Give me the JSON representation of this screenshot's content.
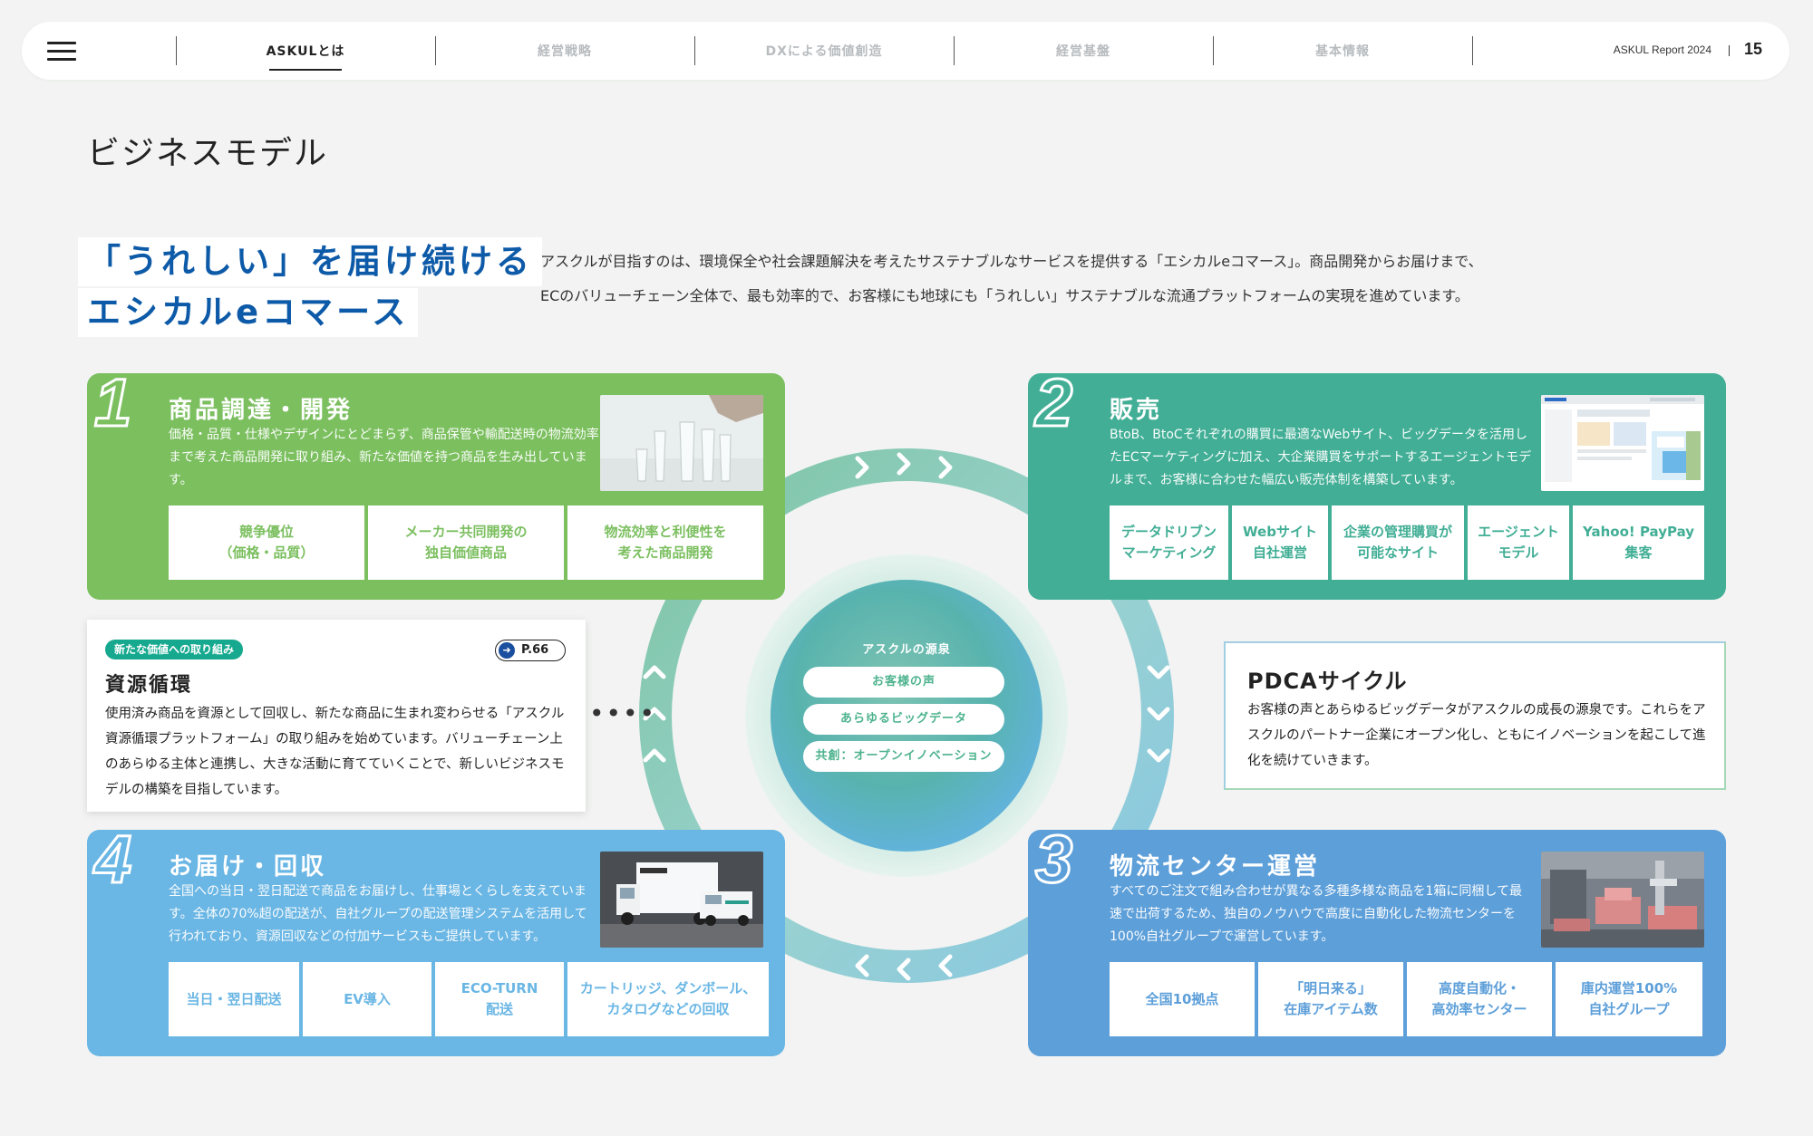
{
  "header": {
    "nav": [
      "ASKULとは",
      "経営戦略",
      "DXによる価値創造",
      "経営基盤",
      "基本情報"
    ],
    "active_index": 0,
    "report_label": "ASKUL Report 2024",
    "page_number": "15"
  },
  "page_title": "ビジネスモデル",
  "headline": {
    "line1": "「うれしい」を届け続ける",
    "line2": "エシカルeコマース"
  },
  "intro": {
    "line1": "アスクルが目指すのは、環境保全や社会課題解決を考えたサステナブルなサービスを提供する「エシカルeコマース」。商品開発からお届けまで、",
    "line2": "ECのバリューチェーン全体で、最も効率的で、お客様にも地球にも「うれしい」サステナブルな流通プラットフォームの実現を進めています。"
  },
  "cards": [
    {
      "number": "1",
      "title": "商品調達・開発",
      "desc": "価格・品質・仕様やデザインにとどまらず、商品保管や輸配送時の物流効率まで考えた商品開発に取り組み、新たな価値を持つ商品を生み出しています。",
      "boxes": [
        {
          "l1": "競争優位",
          "l2": "（価格・品質）"
        },
        {
          "l1": "メーカー共同開発の",
          "l2": "独自価値商品"
        },
        {
          "l1": "物流効率と利便性を",
          "l2": "考えた商品開発"
        }
      ],
      "color": "#7bbf5f"
    },
    {
      "number": "2",
      "title": "販売",
      "desc": "BtoB、BtoCそれぞれの購買に最適なWebサイト、ビッグデータを活用したECマーケティングに加え、大企業購買をサポートするエージェントモデルまで、お客様に合わせた幅広い販売体制を構築しています。",
      "boxes": [
        {
          "l1": "データドリブン",
          "l2": "マーケティング"
        },
        {
          "l1": "Webサイト",
          "l2": "自社運営"
        },
        {
          "l1": "企業の管理購買が",
          "l2": "可能なサイト"
        },
        {
          "l1": "エージェント",
          "l2": "モデル"
        },
        {
          "l1": "Yahoo! PayPay",
          "l2": "集客"
        }
      ],
      "color": "#41ae95"
    },
    {
      "number": "3",
      "title": "物流センター運営",
      "desc": "すべてのご注文で組み合わせが異なる多種多様な商品を1箱に同梱して最速で出荷するため、独自のノウハウで高度に自動化した物流センターを100%自社グループで運営しています。",
      "boxes": [
        {
          "l1": "全国10拠点",
          "l2": ""
        },
        {
          "l1": "「明日来る」",
          "l2": "在庫アイテム数"
        },
        {
          "l1": "高度自動化・",
          "l2": "高効率センター"
        },
        {
          "l1": "庫内運営100%",
          "l2": "自社グループ"
        }
      ],
      "color": "#5d9fd9"
    },
    {
      "number": "4",
      "title": "お届け・回収",
      "desc": "全国への当日・翌日配送で商品をお届けし、仕事場とくらしを支えています。全体の70%超の配送が、自社グループの配送管理システムを活用して行われており、資源回収などの付加サービスもご提供しています。",
      "boxes": [
        {
          "l1": "当日・翌日配送",
          "l2": ""
        },
        {
          "l1": "EV導入",
          "l2": ""
        },
        {
          "l1": "ECO-TURN",
          "l2": "配送"
        },
        {
          "l1": "カートリッジ、ダンボール、",
          "l2": "カタログなどの回収"
        }
      ],
      "color": "#6ab6e4"
    }
  ],
  "callout_left": {
    "tag": "新たな価値への取り組み",
    "page_ref": "P.66",
    "title": "資源循環",
    "text": "使用済み商品を資源として回収し、新たな商品に生まれ変わらせる「アスクル資源循環プラットフォーム」の取り組みを始めています。バリューチェーン上のあらゆる主体と連携し、大きな活動に育てていくことで、新しいビジネスモデルの構築を目指しています。"
  },
  "callout_right": {
    "title": "PDCAサイクル",
    "text": "お客様の声とあらゆるビッグデータがアスクルの成長の源泉です。これらをアスクルのパートナー企業にオープン化し、ともにイノベーションを起こして進化を続けていきます。"
  },
  "center": {
    "title": "アスクルの源泉",
    "pills": [
      "お客様の声",
      "あらゆるビッグデータ",
      "共創：オープンイノベーション"
    ]
  },
  "colors": {
    "headline_blue": "#0d5aa8",
    "ring_green": "#7cc4a2",
    "ring_blue": "#86c6e4"
  }
}
